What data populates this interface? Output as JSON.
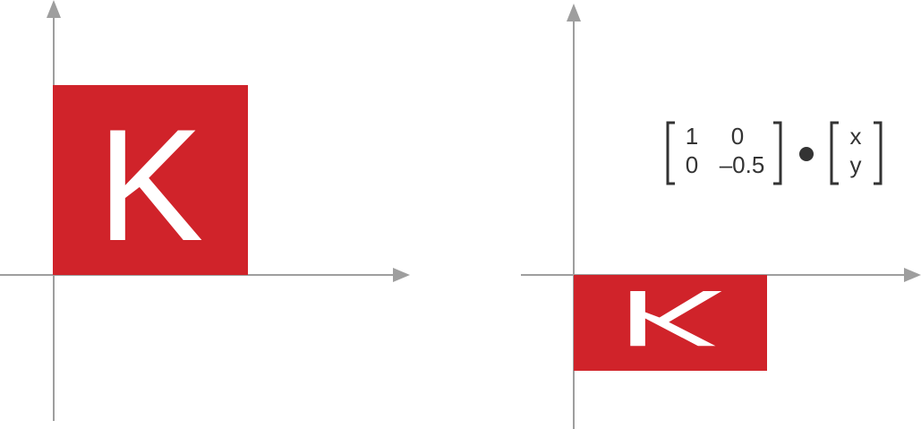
{
  "colors": {
    "axis": "#9e9e9e",
    "shape_fill": "#d0232a",
    "shape_letter": "#ffffff",
    "matrix_text": "#333333"
  },
  "left_panel": {
    "shape_letter": "K"
  },
  "right_panel": {
    "shape_letter": "K",
    "vertical_scale": -0.5,
    "transform_matrix": {
      "rows": [
        [
          "1",
          "0"
        ],
        [
          "0",
          "–0.5"
        ]
      ]
    },
    "operator": "•",
    "vector": [
      "x",
      "y"
    ]
  }
}
